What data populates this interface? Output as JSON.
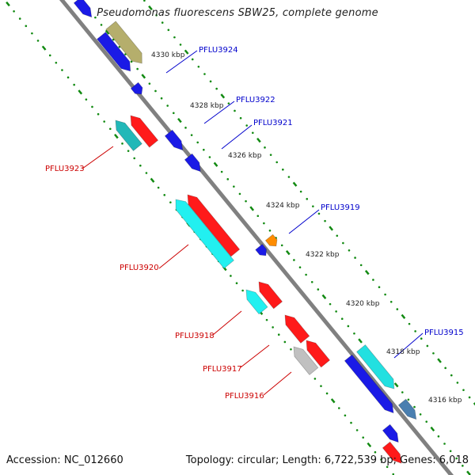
{
  "title": "Pseudomonas fluorescens SBW25, complete genome",
  "footer": {
    "accession": "Accession: NC_012660",
    "summary": "Topology: circular; Length: 6,722,539 bp; Genes: 6,018"
  },
  "colors": {
    "backbone": "#7f7f7f",
    "tick_dots": "#128a12",
    "forward_label": "#0000cc",
    "reverse_label": "#cc0000",
    "ruler_text": "#222222"
  },
  "ruler": [
    "4316 kbp",
    "4318 kbp",
    "4320 kbp",
    "4322 kbp",
    "4324 kbp",
    "4326 kbp",
    "4328 kbp",
    "4330 kbp"
  ],
  "gene_labels": {
    "PFLU3924": "PFLU3924",
    "PFLU3922": "PFLU3922",
    "PFLU3921": "PFLU3921",
    "PFLU3919": "PFLU3919",
    "PFLU3915": "PFLU3915",
    "PFLU3923": "PFLU3923",
    "PFLU3920": "PFLU3920",
    "PFLU3918": "PFLU3918",
    "PFLU3917": "PFLU3917",
    "PFLU3916": "PFLU3916"
  }
}
